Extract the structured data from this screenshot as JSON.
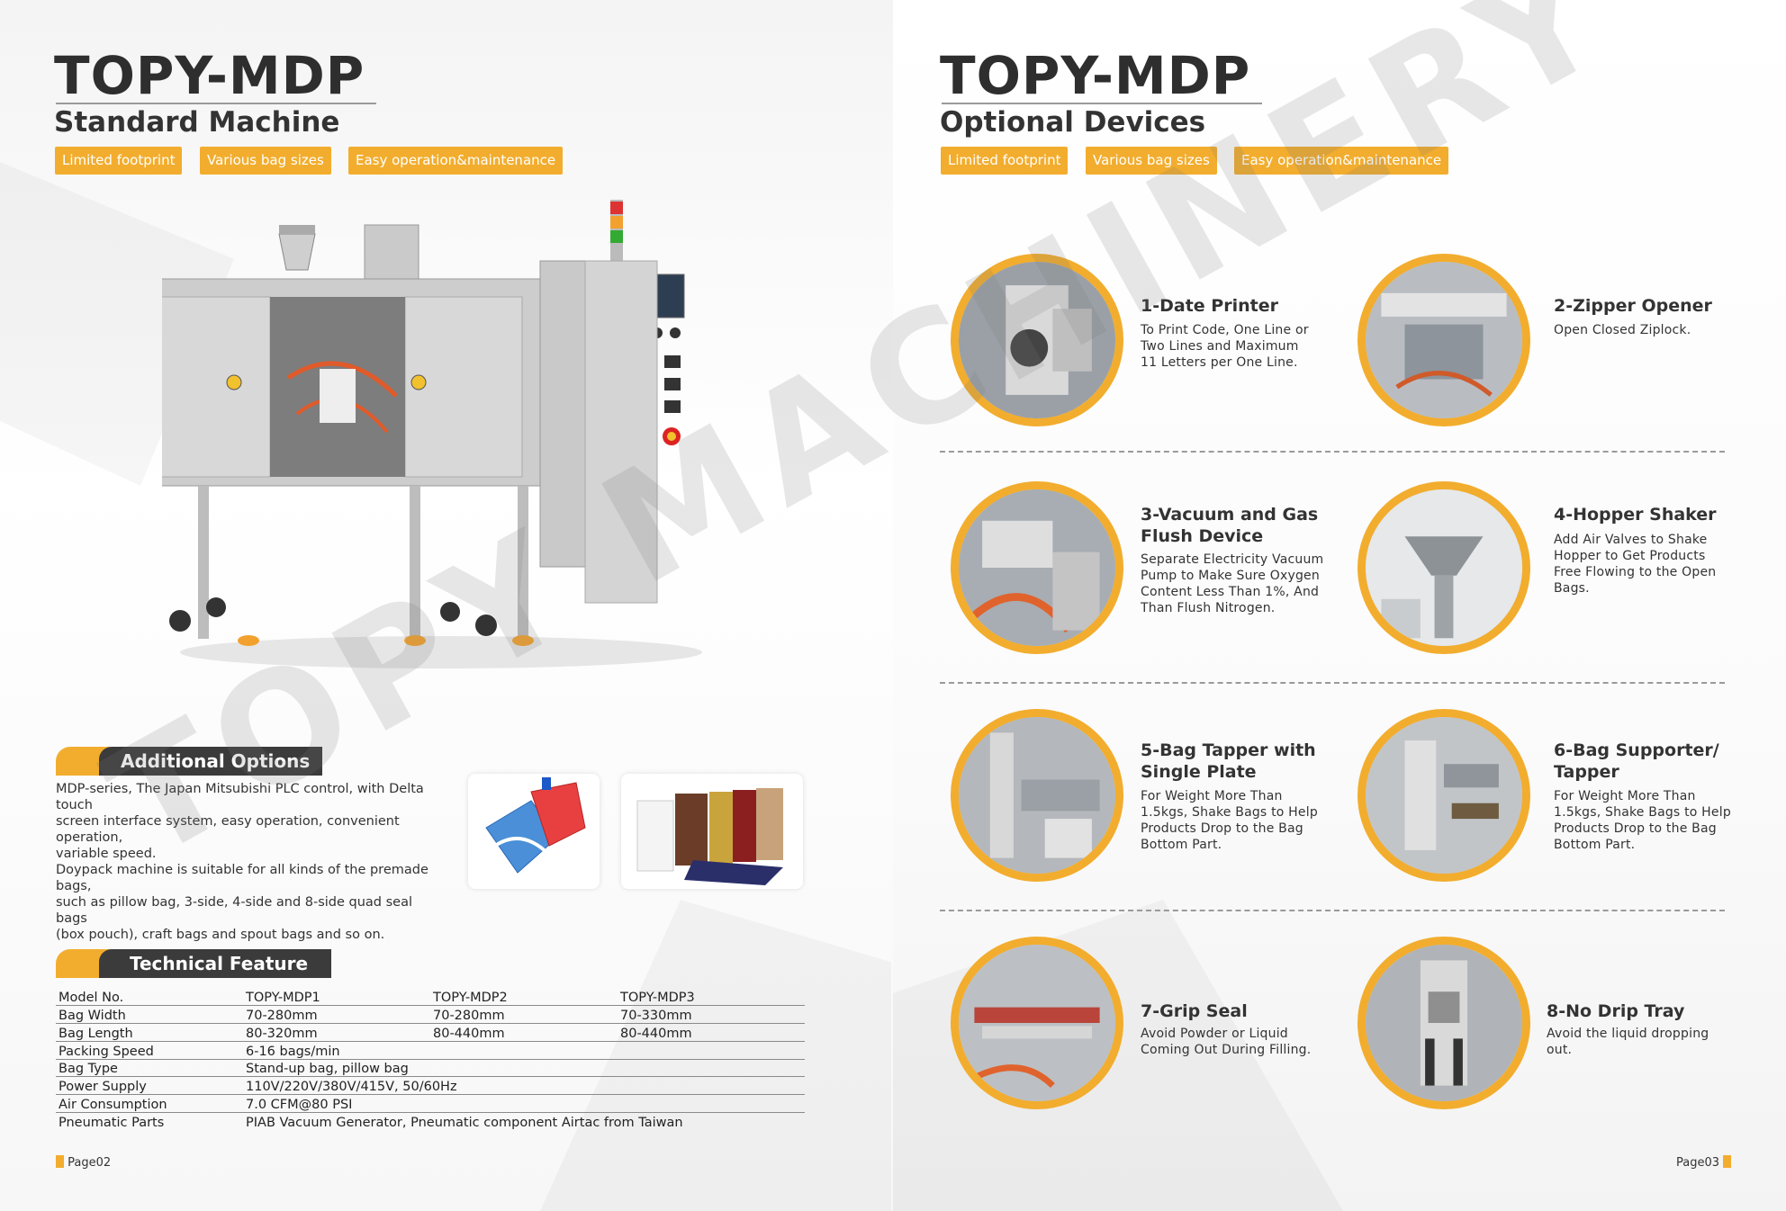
{
  "left_page": {
    "title": "TOPY-MDP",
    "subtitle": "Standard Machine",
    "tags": [
      "Limited footprint",
      "Various bag sizes",
      "Easy operation&maintenance"
    ],
    "additional_options": {
      "heading": "Additional Options",
      "text_lines": [
        "MDP-series, The Japan Mitsubishi PLC control, with Delta touch",
        "screen interface system, easy operation, convenient operation,",
        "variable speed.",
        "Doypack machine is suitable for all kinds of the premade bags,",
        "such as pillow bag, 3-side, 4-side and 8-side quad seal bags",
        "(box pouch), craft bags and spout bags and so on."
      ]
    },
    "technical_feature": {
      "heading": "Technical Feature",
      "rows": [
        [
          "Model No.",
          "TOPY-MDP1",
          "TOPY-MDP2",
          "TOPY-MDP3"
        ],
        [
          "Bag Width",
          "70-280mm",
          "70-280mm",
          "70-330mm"
        ],
        [
          "Bag Length",
          "80-320mm",
          "80-440mm",
          "80-440mm"
        ],
        [
          "Packing Speed",
          "6-16 bags/min",
          "",
          ""
        ],
        [
          "Bag Type",
          "Stand-up bag, pillow bag",
          "",
          ""
        ],
        [
          "Power Supply",
          "110V/220V/380V/415V, 50/60Hz",
          "",
          ""
        ],
        [
          "Air Consumption",
          "7.0 CFM@80 PSI",
          "",
          ""
        ],
        [
          "Pneumatic Parts",
          "PIAB Vacuum Generator, Pneumatic component Airtac from Taiwan",
          "",
          ""
        ]
      ]
    },
    "page_label": "Page02"
  },
  "right_page": {
    "title": "TOPY-MDP",
    "subtitle": "Optional Devices",
    "tags": [
      "Limited footprint",
      "Various bag sizes",
      "Easy operation&maintenance"
    ],
    "devices": [
      {
        "title_lines": [
          "1-Date Printer"
        ],
        "desc_lines": [
          "To Print Code, One Line or",
          "Two Lines and Maximum",
          "11 Letters per One Line."
        ]
      },
      {
        "title_lines": [
          "2-Zipper Opener"
        ],
        "desc_lines": [
          "Open Closed Ziplock."
        ]
      },
      {
        "title_lines": [
          "3-Vacuum and Gas",
          "Flush Device"
        ],
        "desc_lines": [
          "Separate Electricity Vacuum",
          "Pump to Make Sure Oxygen",
          "Content Less Than 1%, And",
          "Than Flush Nitrogen."
        ]
      },
      {
        "title_lines": [
          "4-Hopper Shaker"
        ],
        "desc_lines": [
          "Add Air Valves to Shake",
          "Hopper to Get Products",
          "Free Flowing to the Open",
          "Bags."
        ]
      },
      {
        "title_lines": [
          "5-Bag Tapper with",
          "Single Plate"
        ],
        "desc_lines": [
          "For Weight More Than",
          "1.5kgs, Shake Bags to Help",
          "Products Drop to the Bag",
          "Bottom Part."
        ]
      },
      {
        "title_lines": [
          "6-Bag Supporter/",
          "Tapper"
        ],
        "desc_lines": [
          "For Weight More Than",
          "1.5kgs, Shake Bags to Help",
          "Products Drop to the Bag",
          "Bottom Part."
        ]
      },
      {
        "title_lines": [
          "7-Grip Seal"
        ],
        "desc_lines": [
          "Avoid Powder or Liquid",
          "Coming Out During Filling."
        ]
      },
      {
        "title_lines": [
          "8-No Drip Tray"
        ],
        "desc_lines": [
          "Avoid the liquid dropping",
          "out."
        ]
      }
    ],
    "page_label": "Page03"
  },
  "watermark": "TOPY MACHINERY",
  "colors": {
    "accent": "#f2ad2e",
    "dark": "#3b3b3b"
  }
}
